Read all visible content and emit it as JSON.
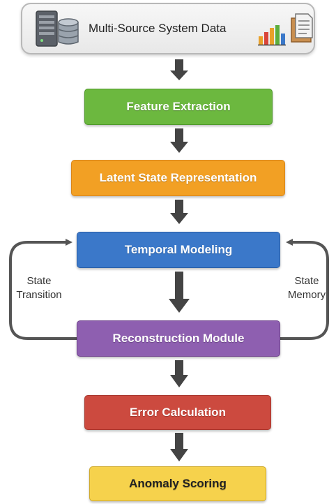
{
  "source": {
    "label": "Multi-Source System Data",
    "icons": [
      "server-database-icon",
      "bar-chart-icon",
      "document-icon"
    ]
  },
  "stages": [
    {
      "id": "feature-extraction",
      "label": "Feature Extraction",
      "color": "#6cb83f",
      "border": "#4f9a2a"
    },
    {
      "id": "latent-state",
      "label": "Latent State Representation",
      "color": "#f2a024",
      "border": "#d9861b"
    },
    {
      "id": "temporal-modeling",
      "label": "Temporal Modeling",
      "color": "#3b78c9",
      "border": "#2a5ea6"
    },
    {
      "id": "reconstruction",
      "label": "Reconstruction Module",
      "color": "#8e5fb0",
      "border": "#72468f"
    },
    {
      "id": "error-calculation",
      "label": "Error Calculation",
      "color": "#cc4a3f",
      "border": "#a8362d"
    },
    {
      "id": "anomaly-scoring",
      "label": "Anomaly Scoring",
      "color": "#f6d24c",
      "border": "#cfa92a",
      "text_color": "#222222"
    }
  ],
  "feedback": {
    "left_label_line1": "State",
    "left_label_line2": "Transition",
    "right_label_line1": "State",
    "right_label_line2": "Memory"
  },
  "colors": {
    "arrow": "#444444",
    "loop": "#555555"
  }
}
